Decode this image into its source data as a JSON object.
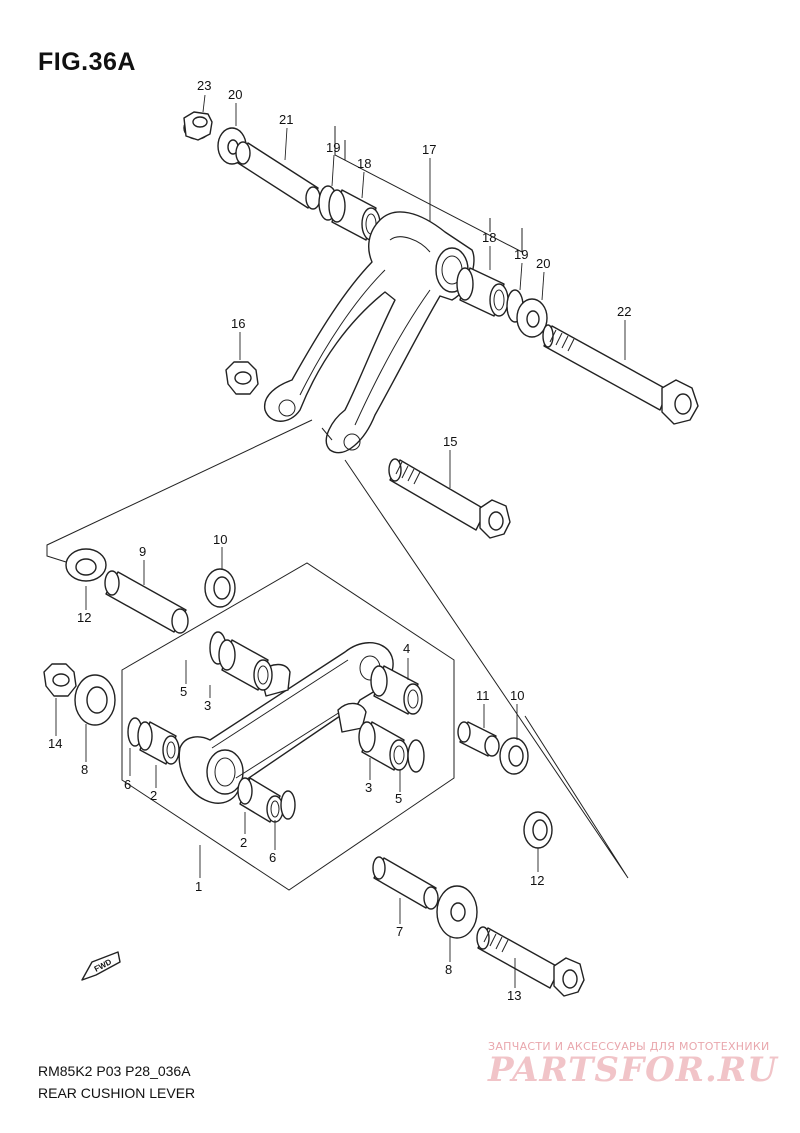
{
  "figure": {
    "title": "FIG.36A",
    "code": "RM85K2 P03 P28_036A",
    "name": "REAR CUSHION LEVER"
  },
  "fwd_label": "FWD",
  "watermark": {
    "tagline": "ЗАПЧАСТИ И АКСЕССУАРЫ ДЛЯ МОТОТЕХНИКИ",
    "logo": "PARTSFOR.RU"
  },
  "callouts": [
    "23",
    "20",
    "21",
    "19",
    "18",
    "17",
    "18",
    "19",
    "20",
    "22",
    "16",
    "15",
    "9",
    "10",
    "12",
    "4",
    "5",
    "3",
    "14",
    "8",
    "11",
    "10",
    "6",
    "2",
    "3",
    "5",
    "2",
    "6",
    "12",
    "1",
    "7",
    "8",
    "13"
  ]
}
